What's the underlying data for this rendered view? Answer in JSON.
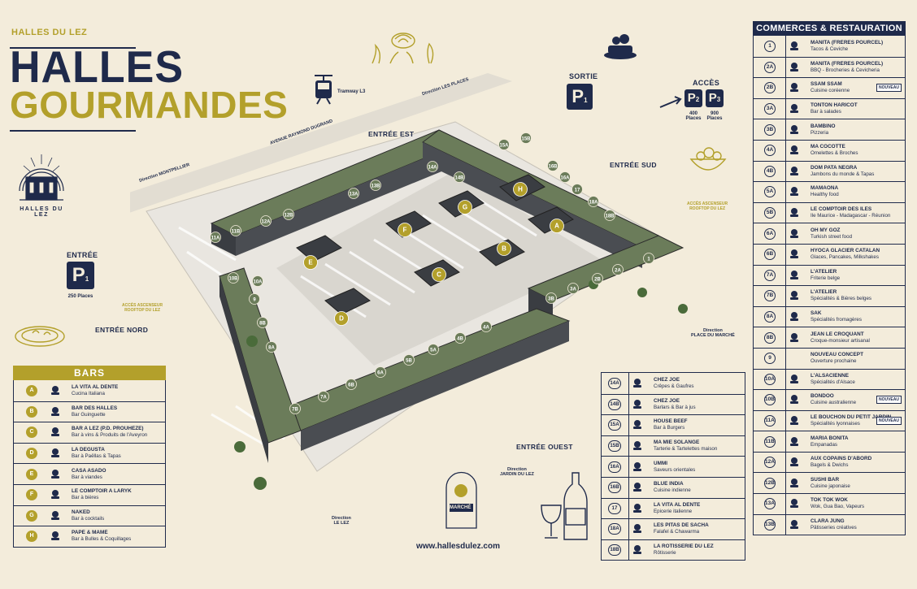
{
  "header": {
    "small_title": "HALLES DU LEZ",
    "title_line1": "HALLES",
    "title_line2": "GOURMANDES",
    "logo_text": "HALLES DU LEZ"
  },
  "colors": {
    "navy": "#1f2a4b",
    "gold": "#b3a02b",
    "roof": "#6b7c5a",
    "background": "#f3ecdb"
  },
  "parking": {
    "entree": {
      "label": "ENTRÉE",
      "badge": "P",
      "num": "1",
      "places": "250 Places"
    },
    "sortie": {
      "label": "SORTIE",
      "badge": "P",
      "num": "1"
    },
    "acces": {
      "label": "ACCÈS",
      "p2": "2",
      "p3": "3",
      "p2_places": "400 Places",
      "p3_places": "900 Places"
    }
  },
  "map": {
    "labels": {
      "tramway": "Tramway L3",
      "avenue": "AVENUE RAYMOND DUGRAND",
      "dir_places": "Direction LES PLACES",
      "dir_montpellier": "Direction MONTPELLIER",
      "entree_est": "ENTRÉE EST",
      "entree_sud": "ENTRÉE SUD",
      "entree_nord": "ENTRÉE NORD",
      "entree_ouest": "ENTRÉE OUEST",
      "acces_asc_1": "ACCÈS ASCENSEUR",
      "acces_asc_1b": "ROOFTOP DU LEZ",
      "acces_asc_2": "ACCÈS ASCENSEUR",
      "acces_asc_2b": "ROOFTOP DU LEZ",
      "dir_marche": "Direction",
      "dir_marche_b": "PLACE DU MARCHÉ",
      "dir_jardin": "Direction",
      "dir_jardin_b": "JARDIN DU LEZ",
      "dir_lez": "Direction",
      "dir_lez_b": "LE LEZ",
      "website": "www.hallesdulez.com",
      "marche_logo": "MARCHÉ"
    }
  },
  "bars": {
    "title": "BARS",
    "items": [
      {
        "code": "A",
        "name": "LA VITA AL DENTE",
        "desc": "Cucina Italiana",
        "icon": "chef-icon"
      },
      {
        "code": "B",
        "name": "BAR DES HALLES",
        "desc": "Bar Guinguette",
        "icon": "palm-icon"
      },
      {
        "code": "C",
        "name": "BAR A LEZ (P.D. PROUHÈZE)",
        "desc": "Bar à vins & Produits de l'Aveyron",
        "icon": "bottle-icon"
      },
      {
        "code": "D",
        "name": "LA DEGUSTA",
        "desc": "Bar à Paëllas & Tapas",
        "icon": "paella-icon"
      },
      {
        "code": "E",
        "name": "CASA ASADO",
        "desc": "Bar à viandes",
        "icon": "meat-icon"
      },
      {
        "code": "F",
        "name": "LE COMPTOIR A LARYK",
        "desc": "Bar à bières",
        "icon": "beer-icon"
      },
      {
        "code": "G",
        "name": "NAKED",
        "desc": "Bar à cocktails",
        "icon": "cocktail-icon"
      },
      {
        "code": "H",
        "name": "PAPÉ & MAMÉ",
        "desc": "Bar à Bulles & Coquillages",
        "icon": "shell-icon"
      }
    ]
  },
  "commerces": {
    "title": "COMMERCES & RESTAURATION",
    "items": [
      {
        "code": "1",
        "name": "MANITA (FRÈRES POURCEL)",
        "desc": "Tacos & Ceviche",
        "icon": "taco-icon"
      },
      {
        "code": "2A",
        "name": "MANITA (FRÈRES POURCEL)",
        "desc": "BBQ - Brocheries & Cevicheria",
        "icon": "bbq-icon"
      },
      {
        "code": "2B",
        "name": "SSAM SSAM",
        "desc": "Cuisine coréenne",
        "icon": "bowl-icon",
        "badge": "NOUVEAU"
      },
      {
        "code": "3A",
        "name": "TONTON HARICOT",
        "desc": "Bar à salades",
        "icon": "salad-icon"
      },
      {
        "code": "3B",
        "name": "BAMBINO",
        "desc": "Pizzeria",
        "icon": "pizza-icon"
      },
      {
        "code": "4A",
        "name": "MA COCOTTE",
        "desc": "Omelettes & Broches",
        "icon": "hen-icon"
      },
      {
        "code": "4B",
        "name": "DOM PATA NEGRA",
        "desc": "Jambons du monde & Tapas",
        "icon": "ham-icon"
      },
      {
        "code": "5A",
        "name": "MAMAONA",
        "desc": "Healthy food",
        "icon": "leaf-icon"
      },
      {
        "code": "5B",
        "name": "LE COMPTOIR DES ILES",
        "desc": "Ile Maurice - Madagascar - Réunion",
        "icon": "island-icon"
      },
      {
        "code": "6A",
        "name": "OH MY GÔZ",
        "desc": "Turkish street food",
        "icon": "kebab-icon"
      },
      {
        "code": "6B",
        "name": "HYOCA GLACIER CATALAN",
        "desc": "Glaces, Pancakes, Milkshakes",
        "icon": "icecream-icon"
      },
      {
        "code": "7A",
        "name": "L'ATELIER",
        "desc": "Friterie belge",
        "icon": "fries-icon"
      },
      {
        "code": "7B",
        "name": "L'ATELIER",
        "desc": "Spécialités & Bières belges",
        "icon": "cow-icon"
      },
      {
        "code": "8A",
        "name": "SAK",
        "desc": "Spécialités fromagères",
        "icon": "cheese-icon"
      },
      {
        "code": "8B",
        "name": "JEAN LE CROQUANT",
        "desc": "Croque-monsieur artisanal",
        "icon": "sandwich-icon"
      },
      {
        "code": "9",
        "name": "NOUVEAU CONCEPT",
        "desc": "Ouverture prochaine",
        "icon": ""
      },
      {
        "code": "10A",
        "name": "L'ALSACIENNE",
        "desc": "Spécialités d'Alsace",
        "icon": "pretzel-icon"
      },
      {
        "code": "10B",
        "name": "BONDOO",
        "desc": "Cuisine australienne",
        "icon": "burger-icon",
        "badge": "NOUVEAU"
      },
      {
        "code": "11A",
        "name": "LE BOUCHON DU PETIT JARDIN",
        "desc": "Spécialités lyonnaises",
        "icon": "pot-icon",
        "badge": "NOUVEAU"
      },
      {
        "code": "11B",
        "name": "MARIA BONITA",
        "desc": "Empanadas",
        "icon": "empanada-icon"
      },
      {
        "code": "12A",
        "name": "AUX COPAINS D'ABORD",
        "desc": "Bagels & Dwichs",
        "icon": "bagel-icon"
      },
      {
        "code": "12B",
        "name": "SUSHI BAR",
        "desc": "Cuisine japonaise",
        "icon": "sushi-icon"
      },
      {
        "code": "13A",
        "name": "TOK TOK WOK",
        "desc": "Wok, Gua Bao, Vapeurs",
        "icon": "wok-icon"
      },
      {
        "code": "13B",
        "name": "CLARA JUNG",
        "desc": "Pâtisseries créatives",
        "icon": "cake-icon"
      }
    ]
  },
  "middle": {
    "items": [
      {
        "code": "14A",
        "name": "CHEZ JOE",
        "desc": "Crêpes & Gaufres",
        "icon": "palm-icon"
      },
      {
        "code": "14B",
        "name": "CHEZ JOE",
        "desc": "Barlars & Bar à jus",
        "icon": "palm-icon"
      },
      {
        "code": "15A",
        "name": "HOUSE BEEF",
        "desc": "Bar à Burgers",
        "icon": "burger-icon"
      },
      {
        "code": "15B",
        "name": "MA MIE SOLANGE",
        "desc": "Tarterie & Tartelettes maison",
        "icon": "cake-icon"
      },
      {
        "code": "16A",
        "name": "UMMI",
        "desc": "Saveurs orientales",
        "icon": "lamp-icon"
      },
      {
        "code": "16B",
        "name": "BLUE INDIA",
        "desc": "Cuisine indienne",
        "icon": "elephant-icon"
      },
      {
        "code": "17",
        "name": "LA VITA AL DENTE",
        "desc": "Epicerie italienne",
        "icon": "pasta-icon"
      },
      {
        "code": "18A",
        "name": "LES PITAS DE SACHA",
        "desc": "Falafel & Chawarma",
        "icon": "pita-icon"
      },
      {
        "code": "18B",
        "name": "LA RÔTISSERIE DU LEZ",
        "desc": "Rôtisserie",
        "icon": "chicken-icon"
      }
    ]
  },
  "map_codes": {
    "shops": [
      "1",
      "2A",
      "2B",
      "3A",
      "3B",
      "4A",
      "4B",
      "5A",
      "5B",
      "6A",
      "6B",
      "7A",
      "7B",
      "8A",
      "8B",
      "9",
      "10A",
      "10B",
      "11A",
      "11B",
      "12A",
      "12B",
      "13A",
      "13B",
      "14A",
      "14B",
      "15A",
      "15B",
      "16A",
      "16B",
      "17",
      "18A",
      "18B"
    ],
    "bars": [
      "A",
      "B",
      "C",
      "D",
      "E",
      "F",
      "G",
      "H"
    ]
  }
}
